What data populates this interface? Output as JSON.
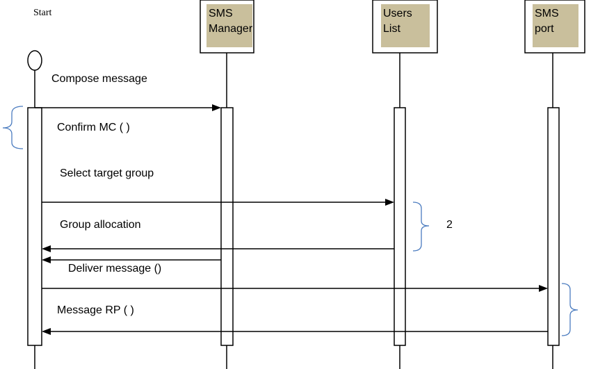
{
  "start_label": "Start",
  "participants": [
    {
      "line1": "SMS",
      "line2": "Manager"
    },
    {
      "line1": "Users",
      "line2": "List"
    },
    {
      "line1": "SMS",
      "line2": "port"
    }
  ],
  "messages": [
    "Compose message",
    "Confirm MC ( )",
    "Select target group",
    "Group allocation",
    "Deliver message ()",
    "Message RP ( )"
  ],
  "annotation": "2",
  "colors": {
    "box_fill": "#c9bf9c",
    "bracket": "#4a7bbf",
    "line": "#000000"
  }
}
